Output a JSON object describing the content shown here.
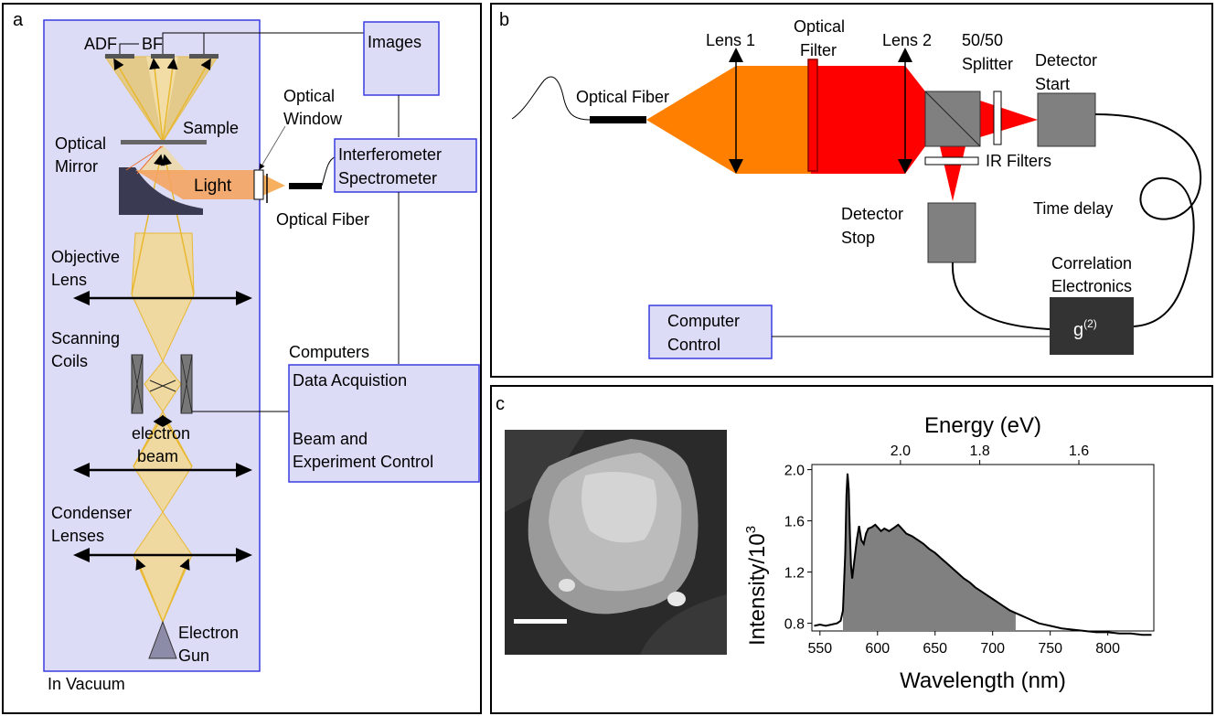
{
  "panel_a": {
    "letter": "a",
    "detectors": {
      "adf": "ADF",
      "bf": "BF"
    },
    "images_box": "Images",
    "sample": "Sample",
    "optical_window": [
      "Optical",
      "Window"
    ],
    "optical_mirror": [
      "Optical",
      "Mirror"
    ],
    "light": "Light",
    "spectrometer": [
      "Interferometer",
      "Spectrometer"
    ],
    "optical_fiber": "Optical Fiber",
    "objective_lens": [
      "Objective",
      "Lens"
    ],
    "scanning_coils": [
      "Scanning",
      "Coils"
    ],
    "computers": "Computers",
    "computers_box": [
      "Data Acquistion",
      "Beam and",
      "Experiment Control"
    ],
    "electron_beam": [
      "electron",
      "beam"
    ],
    "condenser_lenses": [
      "Condenser",
      "Lenses"
    ],
    "electron_gun": [
      "Electron",
      "Gun"
    ],
    "in_vacuum": "In Vacuum",
    "colors": {
      "vacuum_fill": "#dcdcf7",
      "vacuum_border": "#3b3be0",
      "beam": "#f0d9a0",
      "beam_edge": "#e8b830",
      "light": "#f4a460"
    }
  },
  "panel_b": {
    "letter": "b",
    "optical_fiber": "Optical Fiber",
    "lens1": "Lens 1",
    "optical_filter": [
      "Optical",
      "Filter"
    ],
    "lens2": "Lens 2",
    "splitter": [
      "50/50",
      "Splitter"
    ],
    "detector_start": [
      "Detector",
      "Start"
    ],
    "ir_filters": "IR Filters",
    "time_delay": "Time delay",
    "detector_stop": [
      "Detector",
      "Stop"
    ],
    "correlation": [
      "Correlation",
      "Electronics"
    ],
    "g2_base": "g",
    "g2_sup": "(2)",
    "computer_control": [
      "Computer",
      "Control"
    ],
    "colors": {
      "orange": "#ff8000",
      "red": "#ff0000",
      "detector": "#808080",
      "correlator": "#333333"
    }
  },
  "panel_c": {
    "letter": "c",
    "image_description_hidden": "",
    "chart_data": {
      "type": "line",
      "xlabel": "Wavelength (nm)",
      "ylabel_base": "Intensity/10",
      "ylabel_sup": "3",
      "top_axis_label": "Energy (eV)",
      "xlim": [
        543,
        840
      ],
      "ylim": [
        0.74,
        2.04
      ],
      "x_ticks": [
        550,
        600,
        650,
        700,
        750,
        800
      ],
      "y_ticks": [
        0.8,
        1.2,
        1.6,
        2.0
      ],
      "y_tick_labels": [
        "0.8",
        "1.2",
        "1.6",
        "2.0"
      ],
      "top_ticks": [
        2.0,
        1.8,
        1.6
      ],
      "top_tick_labels": [
        "2.0",
        "1.8",
        "1.6"
      ],
      "shaded_range": [
        570,
        720
      ],
      "series": [
        {
          "x": [
            545,
            550,
            555,
            560,
            565,
            568,
            570,
            572,
            573,
            574,
            575,
            576,
            577,
            578,
            580,
            582,
            584,
            586,
            588,
            590,
            592,
            595,
            598,
            600,
            603,
            606,
            610,
            615,
            618,
            620,
            625,
            630,
            635,
            640,
            645,
            650,
            655,
            660,
            665,
            670,
            675,
            680,
            685,
            690,
            695,
            700,
            705,
            710,
            715,
            720,
            725,
            730,
            740,
            750,
            760,
            770,
            780,
            790,
            800,
            810,
            820,
            830,
            838
          ],
          "y": [
            0.78,
            0.79,
            0.78,
            0.79,
            0.8,
            0.82,
            0.9,
            1.35,
            1.8,
            1.97,
            1.85,
            1.5,
            1.25,
            1.15,
            1.3,
            1.45,
            1.56,
            1.45,
            1.42,
            1.5,
            1.54,
            1.55,
            1.57,
            1.55,
            1.52,
            1.54,
            1.52,
            1.55,
            1.57,
            1.55,
            1.5,
            1.48,
            1.45,
            1.42,
            1.38,
            1.35,
            1.31,
            1.27,
            1.23,
            1.19,
            1.15,
            1.12,
            1.08,
            1.05,
            1.02,
            0.99,
            0.96,
            0.93,
            0.9,
            0.88,
            0.86,
            0.84,
            0.8,
            0.78,
            0.76,
            0.75,
            0.74,
            0.73,
            0.73,
            0.72,
            0.72,
            0.71,
            0.71
          ]
        }
      ]
    }
  }
}
